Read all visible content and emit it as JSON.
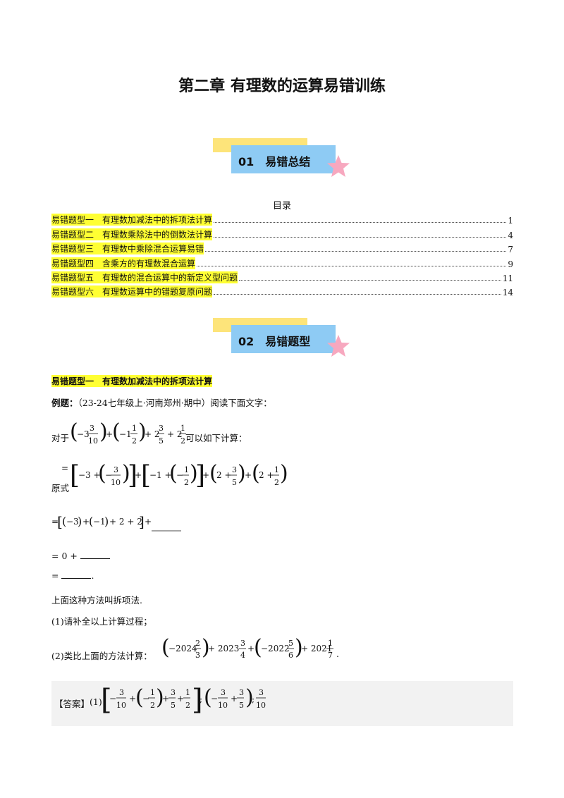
{
  "title": "第二章 有理数的运算易错训练",
  "banner1": {
    "label": "01　易错总结"
  },
  "banner2": {
    "label": "02　易错题型"
  },
  "toc": {
    "heading": "目录",
    "items": [
      {
        "label": "易错题型一　有理数加减法中的拆项法计算",
        "page": "1"
      },
      {
        "label": "易错题型二　有理数乘除法中的倒数法计算",
        "page": "4"
      },
      {
        "label": "易错题型三　有理数中乘除混合运算易错",
        "page": "7"
      },
      {
        "label": "易错题型四　含乘方的有理数混合运算",
        "page": "9"
      },
      {
        "label": "易错题型五　有理数的混合运算中的新定义型问题",
        "page": "11"
      },
      {
        "label": "易错题型六　有理数运算中的错题复原问题",
        "page": "14"
      }
    ]
  },
  "section": {
    "heading": "易错题型一　有理数加减法中的拆项法计算",
    "example_label": "例题：",
    "example_source": "（23-24七年级上·河南郑州·期中）阅读下面文字：",
    "line_for": "对于",
    "line_for_tail": "可以如下计算：",
    "line_yuanshi": "原式",
    "equals": "=",
    "zero_plus": "= 0 +",
    "period": ".",
    "desc": "上面这种方法叫拆项法.",
    "q1": "(1)请补全以上计算过程；",
    "q2": "(2)类比上面的方法计算：",
    "answer_label": "【答案】",
    "answer_prefix": "(1)"
  }
}
